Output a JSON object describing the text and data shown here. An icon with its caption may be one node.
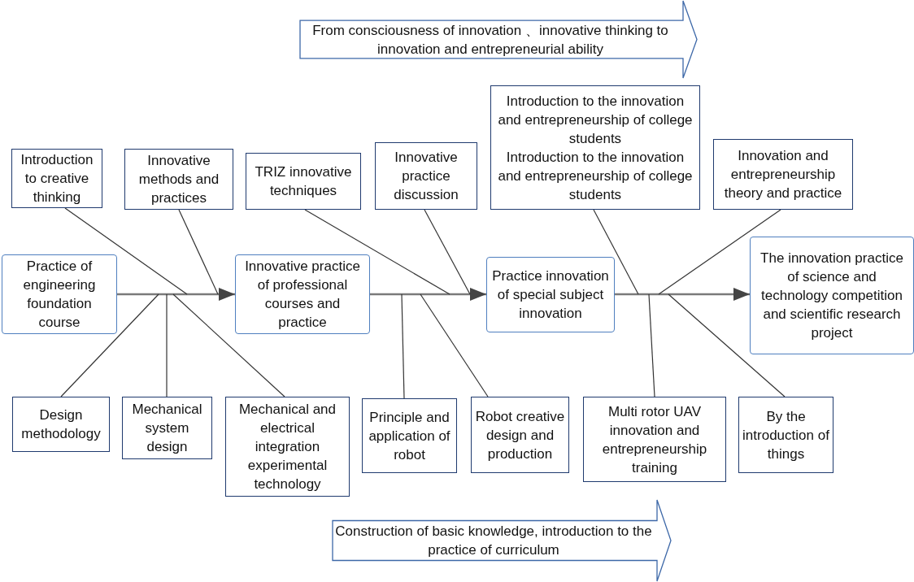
{
  "diagram": {
    "nodes": [
      {
        "text": [
          "From consciousness of innovation 、innovative thinking to innovation and entrepreneurial ability"
        ]
      },
      {
        "text": [
          "Introduction to creative thinking"
        ]
      },
      {
        "text": [
          "Innovative methods and practices"
        ]
      },
      {
        "text": [
          "TRIZ innovative techniques"
        ]
      },
      {
        "text": [
          "Innovative practice discussion"
        ]
      },
      {
        "text": [
          "Introduction to the innovation and entrepreneurship of college students",
          "Introduction to the innovation and entrepreneurship of college students"
        ]
      },
      {
        "text": [
          "Innovation and entrepreneurship theory and practice"
        ]
      },
      {
        "text": [
          "Practice of engineering foundation course"
        ]
      },
      {
        "text": [
          "Innovative practice of professional courses and practice"
        ]
      },
      {
        "text": [
          "Practice innovation of special subject innovation"
        ]
      },
      {
        "text": [
          "The innovation practice of science and technology competition and scientific research project"
        ]
      },
      {
        "text": [
          "Design methodology"
        ]
      },
      {
        "text": [
          "Mechanical system design"
        ]
      },
      {
        "text": [
          "Mechanical and electrical integration experimental technology"
        ]
      },
      {
        "text": [
          "Principle and application of robot"
        ]
      },
      {
        "text": [
          "Robot creative design and production"
        ]
      },
      {
        "text": [
          "Multi rotor UAV innovation and entrepreneurship training"
        ]
      },
      {
        "text": [
          "By the introduction of things"
        ]
      },
      {
        "text": [
          "Construction of basic knowledge, introduction to the practice of curriculum"
        ]
      }
    ],
    "edges": [
      {
        "from": 7,
        "to": 8,
        "arrow": "to"
      },
      {
        "from": 8,
        "to": 9,
        "arrow": "to"
      },
      {
        "from": 9,
        "to": 10,
        "arrow": "to"
      },
      {
        "from": 1,
        "to": null,
        "arrow": "none"
      },
      {
        "from": 2,
        "to": null,
        "arrow": "none"
      },
      {
        "from": 11,
        "to": null,
        "arrow": "none"
      },
      {
        "from": 12,
        "to": null,
        "arrow": "none"
      },
      {
        "from": 13,
        "to": null,
        "arrow": "none"
      },
      {
        "from": 3,
        "to": null,
        "arrow": "none"
      },
      {
        "from": 4,
        "to": null,
        "arrow": "none"
      },
      {
        "from": 14,
        "to": null,
        "arrow": "none"
      },
      {
        "from": 15,
        "to": null,
        "arrow": "none"
      },
      {
        "from": 5,
        "to": null,
        "arrow": "none"
      },
      {
        "from": 6,
        "to": null,
        "arrow": "none"
      },
      {
        "from": 16,
        "to": null,
        "arrow": "none"
      },
      {
        "from": 17,
        "to": null,
        "arrow": "none"
      }
    ]
  }
}
